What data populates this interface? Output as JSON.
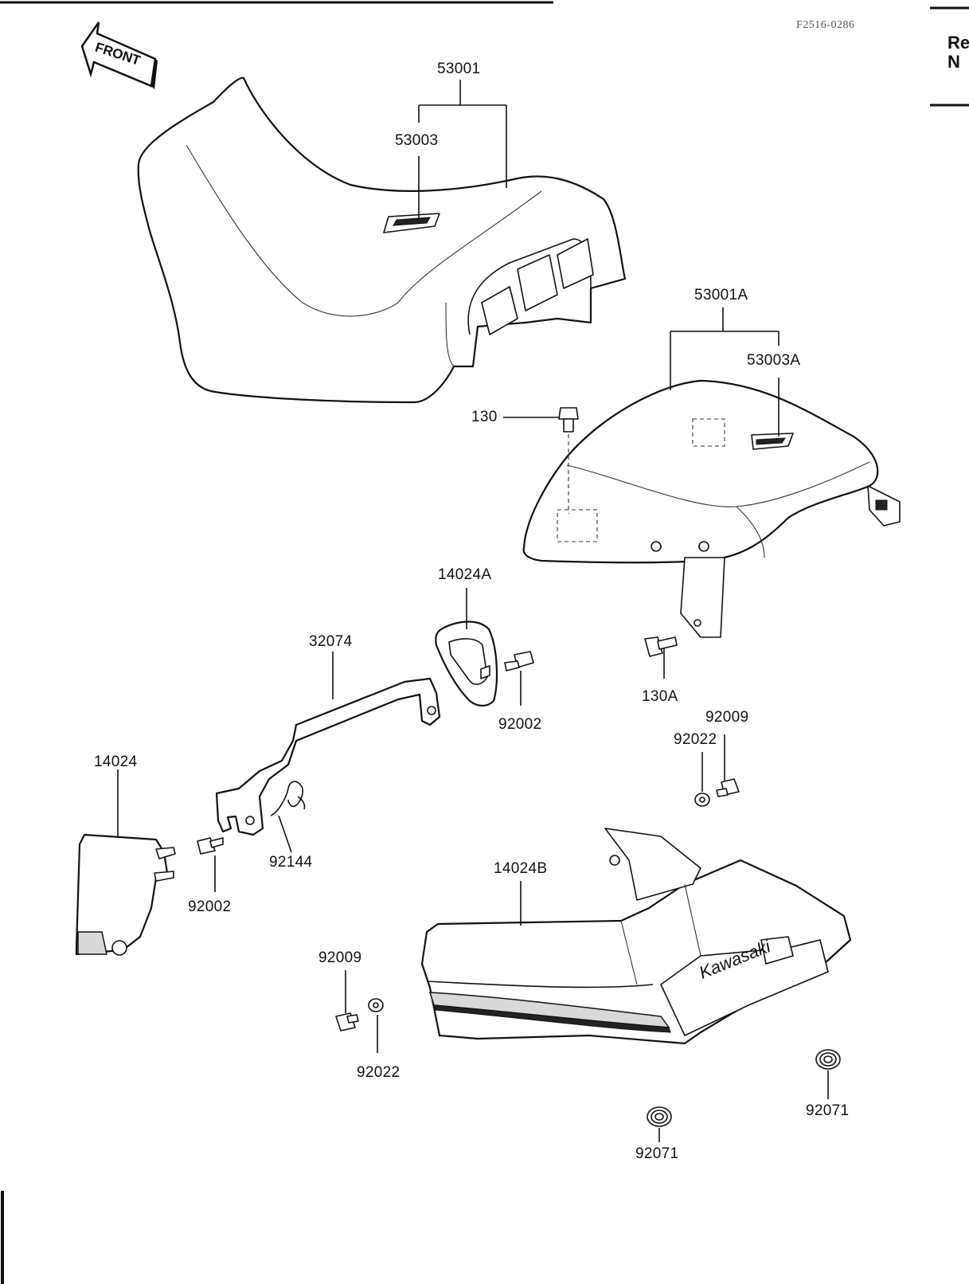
{
  "diagram_code": "F2516-0286",
  "side_label_lines": [
    "Re",
    "N"
  ],
  "front_arrow_text": "FRONT",
  "brand_text": "Kawasaki",
  "part_labels": {
    "p53001": "53001",
    "p53003": "53003",
    "p53001A": "53001A",
    "p53003A": "53003A",
    "p130": "130",
    "p130A": "130A",
    "p14024A": "14024A",
    "p32074": "32074",
    "p92002_a": "92002",
    "p92009_a": "92009",
    "p92022_a": "92022",
    "p14024": "14024",
    "p92144": "92144",
    "p92002_b": "92002",
    "p14024B": "14024B",
    "p92009_b": "92009",
    "p92022_b": "92022",
    "p92071_a": "92071",
    "p92071_b": "92071"
  }
}
